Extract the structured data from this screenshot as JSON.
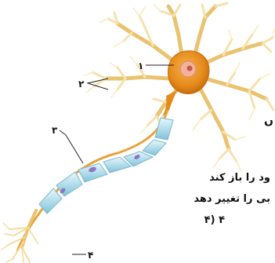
{
  "labels": {
    "label_1": "۱",
    "label_2": "۲",
    "label_3": "۳",
    "label_4": "۴"
  },
  "partial_text": {
    "line_1": "ں",
    "line_2": "ود را باز کند",
    "line_3": "بی را تغییر دهد",
    "option": "۴ (۴"
  },
  "colors": {
    "cell_body": "#e58a1c",
    "nucleus": "#f2b39a",
    "dendrite": "#f6dfa0",
    "myelin": "#bfe3f0",
    "axon_terminal": "#f4dc9a"
  }
}
